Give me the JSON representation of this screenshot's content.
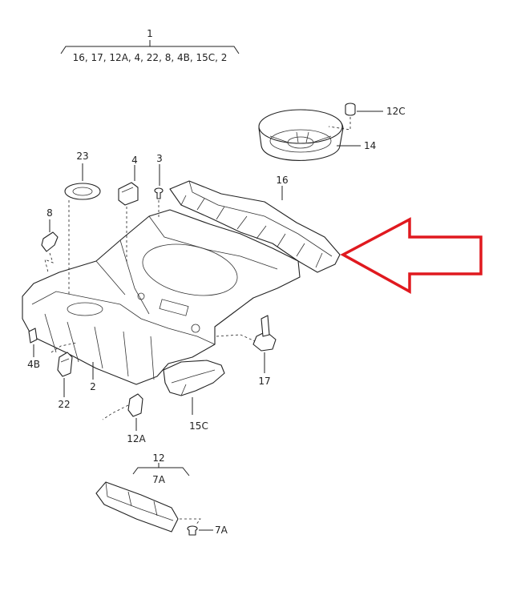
{
  "header": {
    "assembly_number": "1",
    "assembly_parts": "16, 17, 12A, 4, 22, 8, 4B, 15C, 2"
  },
  "parts": {
    "p12c": "12C",
    "p14": "14",
    "p16": "16",
    "p23": "23",
    "p4": "4",
    "p3": "3",
    "p8": "8",
    "p4b": "4B",
    "p22": "22",
    "p2": "2",
    "p12a": "12A",
    "p15c": "15C",
    "p17": "17",
    "p12": "12",
    "p7a_top": "7A",
    "p7a_bottom": "7A"
  },
  "colors": {
    "arrow": "#e0191f",
    "line": "#222222"
  }
}
